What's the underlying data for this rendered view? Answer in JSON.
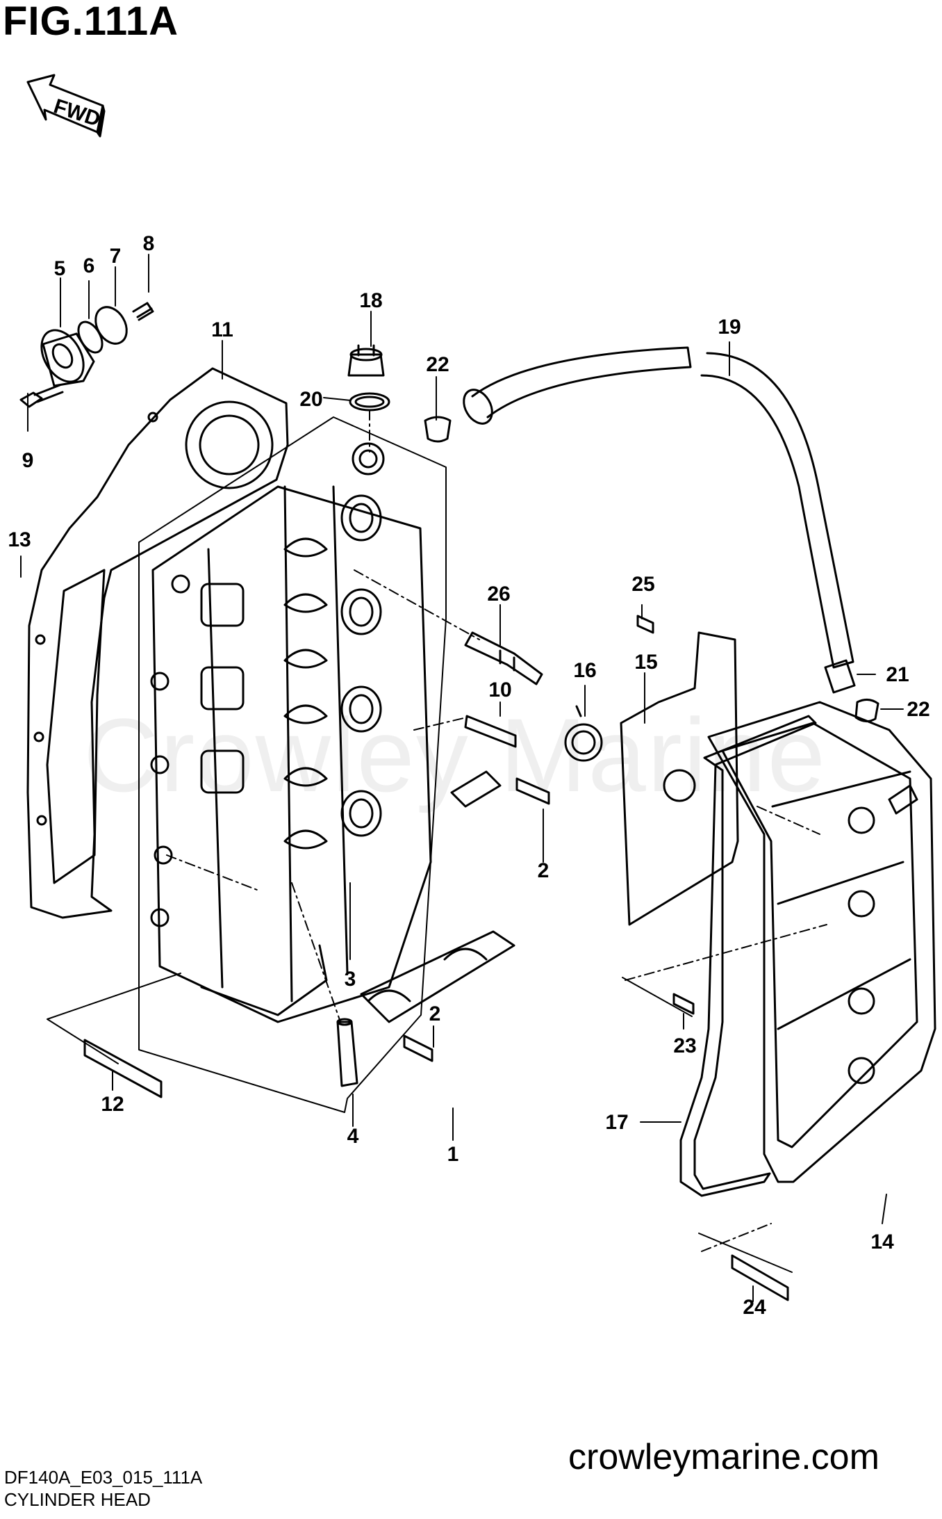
{
  "figure": {
    "title": "FIG.111A",
    "direction_label": "FWD",
    "watermark": "Crowley Marine",
    "website": "crowleymarine.com",
    "drawing_code": "DF140A_E03_015_111A",
    "caption": "CYLINDER HEAD"
  },
  "colors": {
    "ink": "#000000",
    "paper": "#ffffff"
  },
  "callouts": [
    "5",
    "6",
    "7",
    "8",
    "9",
    "11",
    "18",
    "19",
    "20",
    "22",
    "13",
    "26",
    "25",
    "15",
    "16",
    "10",
    "21",
    "22",
    "2",
    "3",
    "2",
    "23",
    "12",
    "4",
    "1",
    "17",
    "14",
    "24"
  ]
}
